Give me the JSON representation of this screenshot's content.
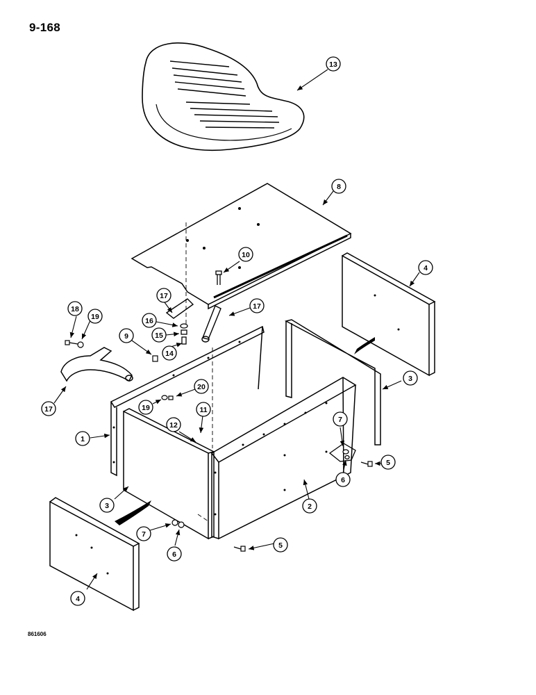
{
  "page_number": "9-168",
  "figure_code": "861606",
  "callouts": [
    {
      "id": "c13",
      "label": "13"
    },
    {
      "id": "c8",
      "label": "8"
    },
    {
      "id": "c10",
      "label": "10"
    },
    {
      "id": "c4a",
      "label": "4"
    },
    {
      "id": "c17a",
      "label": "17"
    },
    {
      "id": "c17b",
      "label": "17"
    },
    {
      "id": "c16",
      "label": "16"
    },
    {
      "id": "c15",
      "label": "15"
    },
    {
      "id": "c14",
      "label": "14"
    },
    {
      "id": "c18",
      "label": "18"
    },
    {
      "id": "c19a",
      "label": "19"
    },
    {
      "id": "c9",
      "label": "9"
    },
    {
      "id": "c17c",
      "label": "17"
    },
    {
      "id": "c20",
      "label": "20"
    },
    {
      "id": "c19b",
      "label": "19"
    },
    {
      "id": "c11",
      "label": "11"
    },
    {
      "id": "c12",
      "label": "12"
    },
    {
      "id": "c1",
      "label": "1"
    },
    {
      "id": "c3a",
      "label": "3"
    },
    {
      "id": "c7a",
      "label": "7"
    },
    {
      "id": "c5a",
      "label": "5"
    },
    {
      "id": "c6a",
      "label": "6"
    },
    {
      "id": "c2",
      "label": "2"
    },
    {
      "id": "c3b",
      "label": "3"
    },
    {
      "id": "c7b",
      "label": "7"
    },
    {
      "id": "c6b",
      "label": "6"
    },
    {
      "id": "c5b",
      "label": "5"
    },
    {
      "id": "c4b",
      "label": "4"
    }
  ]
}
